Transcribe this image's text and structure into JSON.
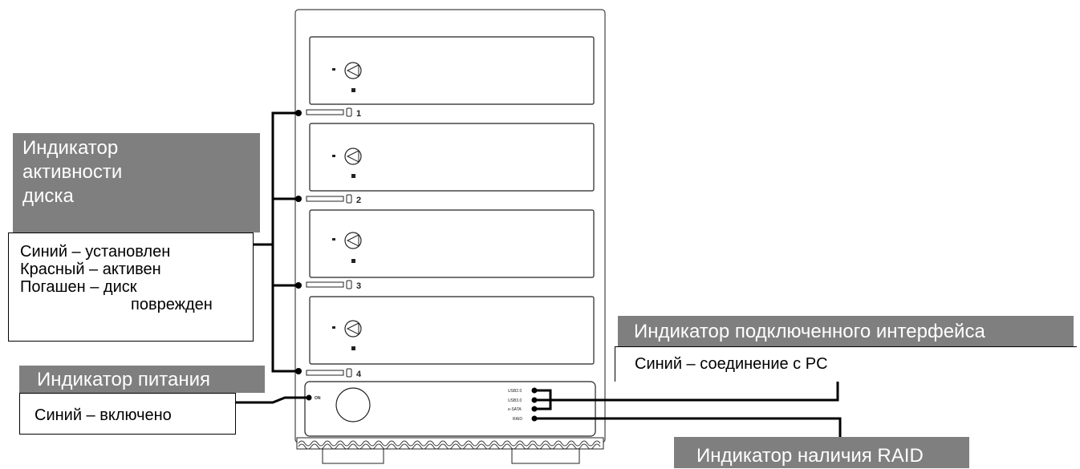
{
  "disk_activity": {
    "title_lines": [
      "Индикатор",
      "активности",
      "диска"
    ],
    "states": [
      "Синий – установлен",
      "Красный – активен",
      "Погашен – диск",
      "поврежден"
    ]
  },
  "power": {
    "title": "Индикатор питания",
    "state": "Синий – включено",
    "button_label": "ON"
  },
  "interface": {
    "title": "Индикатор подключенного интерфейса",
    "state": "Синий – соединение с PC",
    "ports": [
      "USB2.0",
      "USB3.0",
      "e-SATA",
      "RAID"
    ]
  },
  "raid": {
    "title": "Индикатор наличия RAID"
  },
  "drive_bays": [
    "1",
    "2",
    "3",
    "4"
  ],
  "colors": {
    "label_bg": "#7f7f7f",
    "line": "#000000"
  }
}
